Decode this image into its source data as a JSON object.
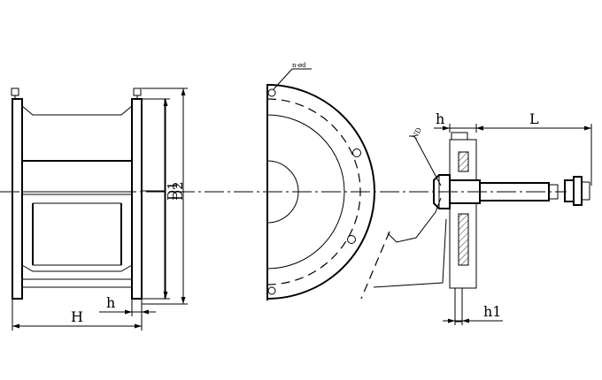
{
  "labels": {
    "d1": "D1",
    "d2": "D2",
    "height": "H",
    "flange_h_left": "h",
    "bolt_note": "n-ød",
    "nd_note": "ND",
    "flange_h_right": "h",
    "length": "L",
    "h1": "h1"
  }
}
